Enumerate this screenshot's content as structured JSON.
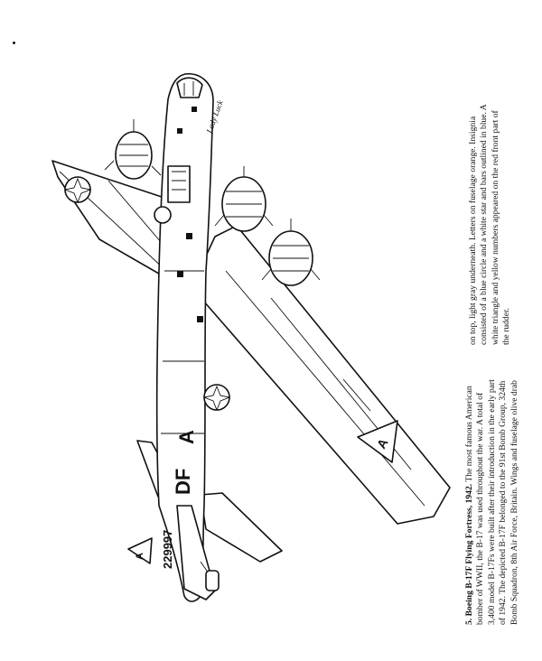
{
  "caption": {
    "number": "5.",
    "title": "Boeing B-17F Flying Fortress, 1942.",
    "left_lines": [
      "The most famous American",
      "bomber of WWII, the B-17 was used throughout the war. A total of",
      "3,400 model B-17Fs were built after their introduction in the early part",
      "of 1942. The depicted B-17F belonged to the 91st Bomb Group, 324th",
      "Bomb Squadron, 8th Air Force, Britain. Wings and fuselage olive drab"
    ],
    "right_lines": [
      "on top, light gray underneath. Letters on fuselage orange. Insignia",
      "consisted of a blue circle and a white star and bars outlined in blue. A",
      "white triangle and yellow numbers appeared on the red front part of",
      "the rudder."
    ]
  },
  "aircraft_markings": {
    "squadron_code": "DF",
    "aircraft_letter": "A",
    "serial": "229997",
    "triangle_letter": "A",
    "nose_art": "Lady Luck"
  }
}
